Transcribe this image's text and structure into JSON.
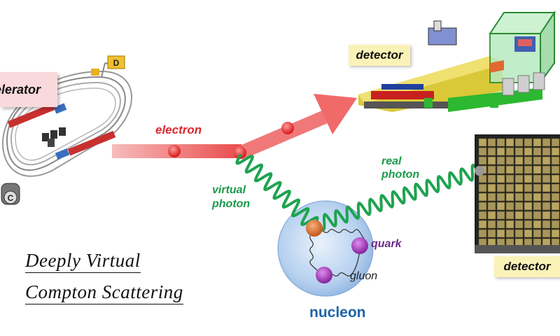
{
  "labels": {
    "accelerator": "elerator",
    "electron": "electron",
    "detector_top": "detector",
    "detector_right": "detector",
    "virtual_photon_line1": "virtual",
    "virtual_photon_line2": "photon",
    "real_photon_line1": "real",
    "real_photon_line2": "photon",
    "quark": "quark",
    "gluon": "gluon",
    "nucleon": "nucleon",
    "ring_marker_d": "D",
    "ring_marker_c": "C"
  },
  "title": {
    "line1": "Deeply Virtual",
    "line2": "Compton Scattering"
  },
  "colors": {
    "electron": "#e03030",
    "photon": "#1ea34f",
    "nucleon": "#a9c8ec",
    "quark_orange": "#e07a3a",
    "quark_purple": "#a040b0",
    "detector_green": "#2cb830",
    "detector_yellow": "#d9c838",
    "label_pink": "#f9d9dc",
    "label_yellow": "#fbf2b8"
  }
}
